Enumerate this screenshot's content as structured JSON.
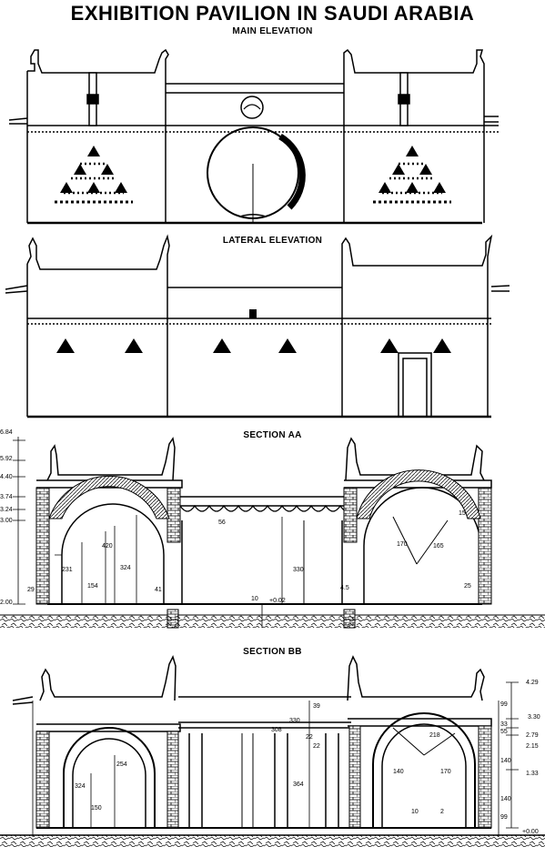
{
  "title": "EXHIBITION PAVILION IN SAUDI ARABIA",
  "views": {
    "main": "MAIN ELEVATION",
    "lateral": "LATERAL ELEVATION",
    "section_aa": "SECTION AA",
    "section_bb": "SECTION BB"
  },
  "dims": {
    "aa_left_levels": [
      "6.84",
      "5.92",
      "4.40",
      "3.74",
      "3.24",
      "3.00",
      "2.00"
    ],
    "aa_420": "420",
    "aa_324": "324",
    "aa_231": "231",
    "aa_154": "154",
    "aa_29": "29",
    "aa_41": "41",
    "aa_56": "56",
    "aa_330": "330",
    "aa_10": "10",
    "aa_pm": "+0.02",
    "aa_45": "4.5",
    "aa_170": "170",
    "aa_165": "165",
    "aa_15": "15",
    "aa_25": "25",
    "bb_right_levels": [
      "4.29",
      "3.30",
      "2.79",
      "2.15",
      "1.33",
      "+0.00"
    ],
    "bb_99a": "99",
    "bb_33": "33",
    "bb_55": "55",
    "bb_140a": "140",
    "bb_140b": "140",
    "bb_99b": "99",
    "bb_22a": "22",
    "bb_22b": "22",
    "bb_39": "39",
    "bb_330": "330",
    "bb_308": "308",
    "bb_364": "364",
    "bb_254": "254",
    "bb_324": "324",
    "bb_150": "150",
    "bb_218": "218",
    "bb_140c": "140",
    "bb_170": "170",
    "bb_10": "10",
    "bb_2": "2"
  }
}
